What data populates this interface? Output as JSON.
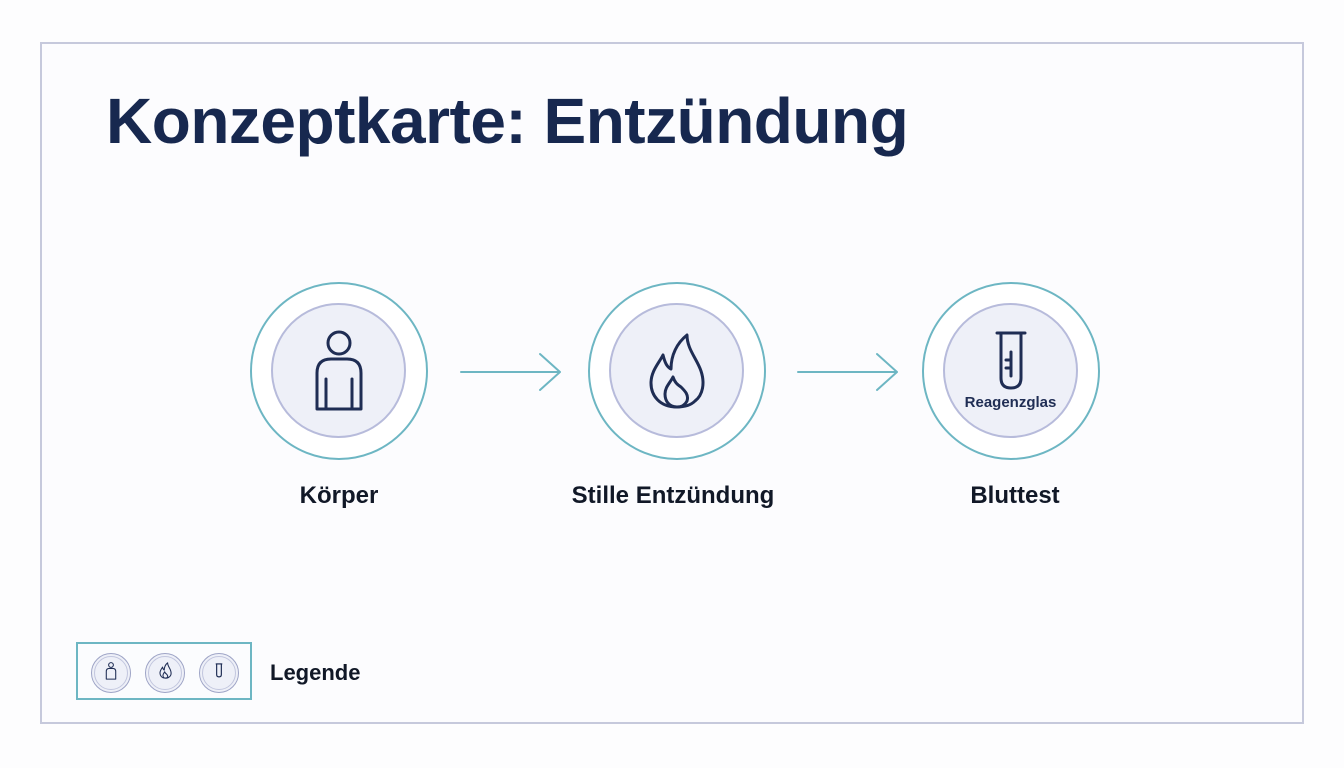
{
  "title": "Konzeptkarte: Entzündung",
  "nodes": [
    {
      "label": "Körper",
      "icon": "person-icon",
      "sublabel": ""
    },
    {
      "label": "Stille Entzündung",
      "icon": "flame-icon",
      "sublabel": ""
    },
    {
      "label": "Bluttest",
      "icon": "test-tube-icon",
      "sublabel": "Reagenzglas"
    }
  ],
  "legend": {
    "label": "Legende",
    "icons": [
      "person-icon",
      "flame-icon",
      "test-tube-icon"
    ]
  },
  "colors": {
    "title": "#17284f",
    "ring_outer": "#6db6c3",
    "ring_inner": "#b7bbdb",
    "inner_fill": "#eef0f8",
    "arrow": "#6db6c3",
    "icon_stroke": "#1f2d54",
    "frame": "#c6c9dc"
  }
}
